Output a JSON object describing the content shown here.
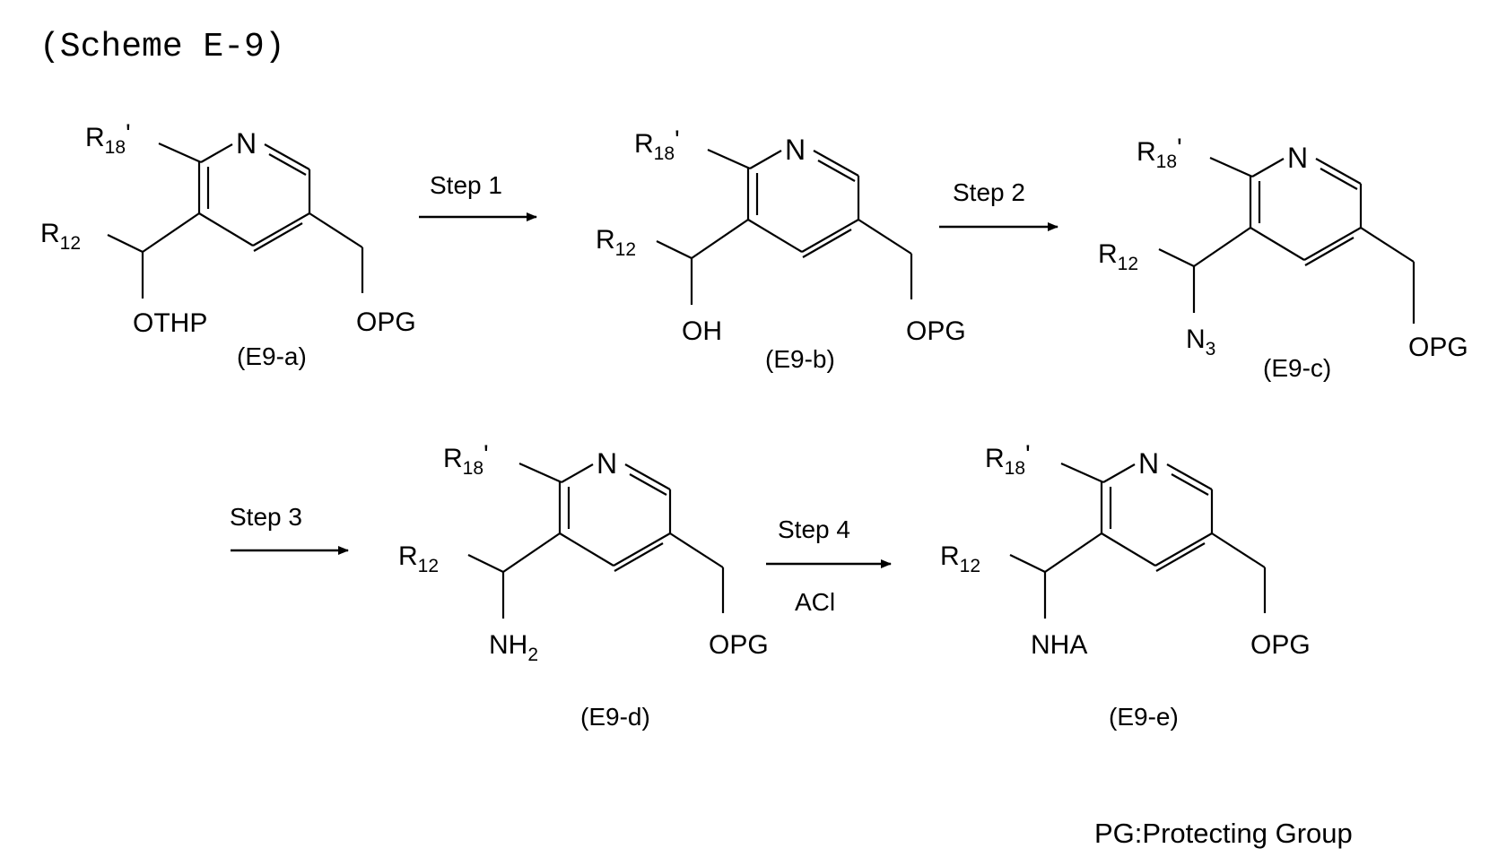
{
  "title": "(Scheme E-9)",
  "footnote": "PG:Protecting Group",
  "atoms": {
    "N": "N",
    "R": "R",
    "r18_sub": "18",
    "r18_prime": "'",
    "r12_sub": "12",
    "opg": "OPG",
    "nh_n": "N",
    "sub3": "3",
    "sub2": "2"
  },
  "compounds": [
    {
      "id": "E9-a",
      "label": "(E9-a)",
      "group": "OTHP"
    },
    {
      "id": "E9-b",
      "label": "(E9-b)",
      "group": "OH"
    },
    {
      "id": "E9-c",
      "label": "(E9-c)",
      "group": "N3"
    },
    {
      "id": "E9-d",
      "label": "(E9-d)",
      "group": "NH2"
    },
    {
      "id": "E9-e",
      "label": "(E9-e)",
      "group": "NHA"
    }
  ],
  "steps": [
    {
      "label": "Step 1",
      "reagent": ""
    },
    {
      "label": "Step 2",
      "reagent": ""
    },
    {
      "label": "Step 3",
      "reagent": ""
    },
    {
      "label": "Step 4",
      "reagent": "ACl"
    }
  ]
}
